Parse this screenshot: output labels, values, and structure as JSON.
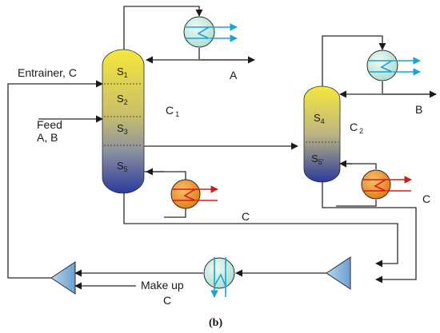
{
  "labels": {
    "entrainer": "Entrainer, C",
    "feed_line1": "Feed",
    "feed_line2": "A, B",
    "product_a": "A",
    "product_b": "B",
    "recycle_c1": "C",
    "recycle_c2": "C",
    "makeup_line1": "Make up",
    "makeup_line2": "C",
    "caption": "(b)"
  },
  "column1": {
    "name": "C",
    "name_sub": "1",
    "sections": [
      {
        "main": "S",
        "sub": "1"
      },
      {
        "main": "S",
        "sub": "2"
      },
      {
        "main": "S",
        "sub": "3"
      },
      {
        "main": "S",
        "sub": "5"
      }
    ]
  },
  "column2": {
    "name": "C",
    "name_sub": "2",
    "sections": [
      {
        "main": "S",
        "sub": "4"
      },
      {
        "main": "S",
        "sub": "5'"
      }
    ]
  },
  "icons": {
    "condenser": "condenser-icon",
    "reboiler": "reboiler-icon",
    "heat_exchanger": "heat-exchanger-icon",
    "mixer": "mixer-icon",
    "splitter": "splitter-icon"
  },
  "colors": {
    "column_top": "#f2e23a",
    "column_mid": "#a9a47a",
    "column_bottom": "#2c3f9e",
    "condenser_fill": "#c9ece3",
    "reboiler_fill": "#f39a34",
    "cooling_arrow": "#1aa3d6",
    "heating_arrow": "#d21d1d",
    "triangle_fill": "#8fb8de"
  }
}
